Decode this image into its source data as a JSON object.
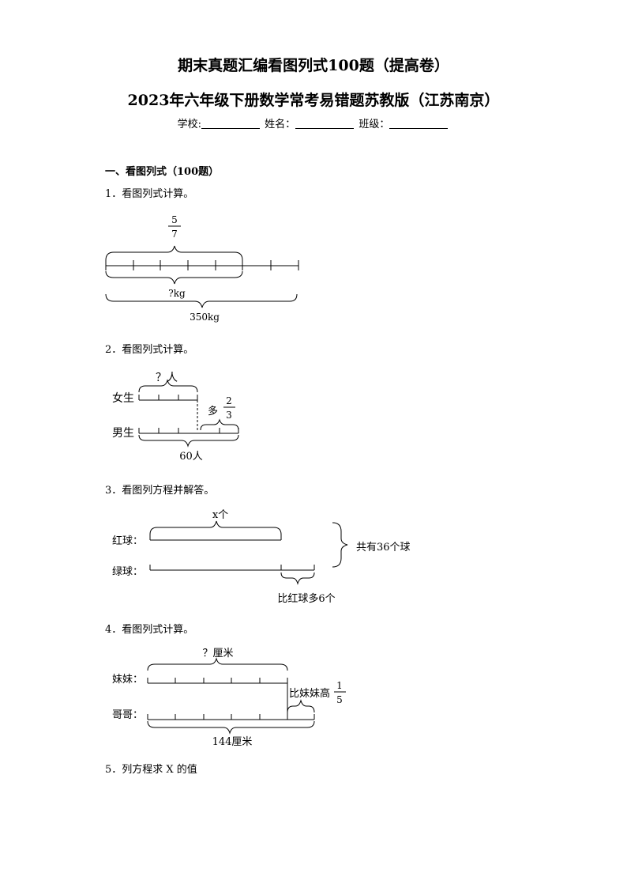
{
  "header": {
    "title_line1": "期末真题汇编看图列式100题（提高卷）",
    "title_line2": "2023年六年级下册数学常考易错题苏教版（江苏南京）",
    "school_label": "学校:",
    "name_label": "姓名：",
    "class_label": "班级："
  },
  "section": {
    "heading": "一、看图列式（100题）"
  },
  "questions": [
    {
      "label": "1．看图列式计算。",
      "fraction_num": "5",
      "fraction_den": "7",
      "part_label": "?kg",
      "total_label": "350kg"
    },
    {
      "label": "2．看图列式计算。",
      "row1": "女生",
      "row2": "男生",
      "unknown": "？人",
      "more": "多",
      "fraction_num": "2",
      "fraction_den": "3",
      "total": "60人"
    },
    {
      "label": "3．看图列方程并解答。",
      "row1": "红球：",
      "row2": "绿球：",
      "x_label": "x个",
      "total": "共有36个球",
      "diff": "比红球多6个"
    },
    {
      "label": "4．看图列式计算。",
      "row1": "妹妹：",
      "row2": "哥哥：",
      "unknown": "？厘米",
      "compare": "比妹妹高",
      "fraction_num": "1",
      "fraction_den": "5",
      "total": "144厘米"
    },
    {
      "label": "5．列方程求 X 的值"
    }
  ]
}
